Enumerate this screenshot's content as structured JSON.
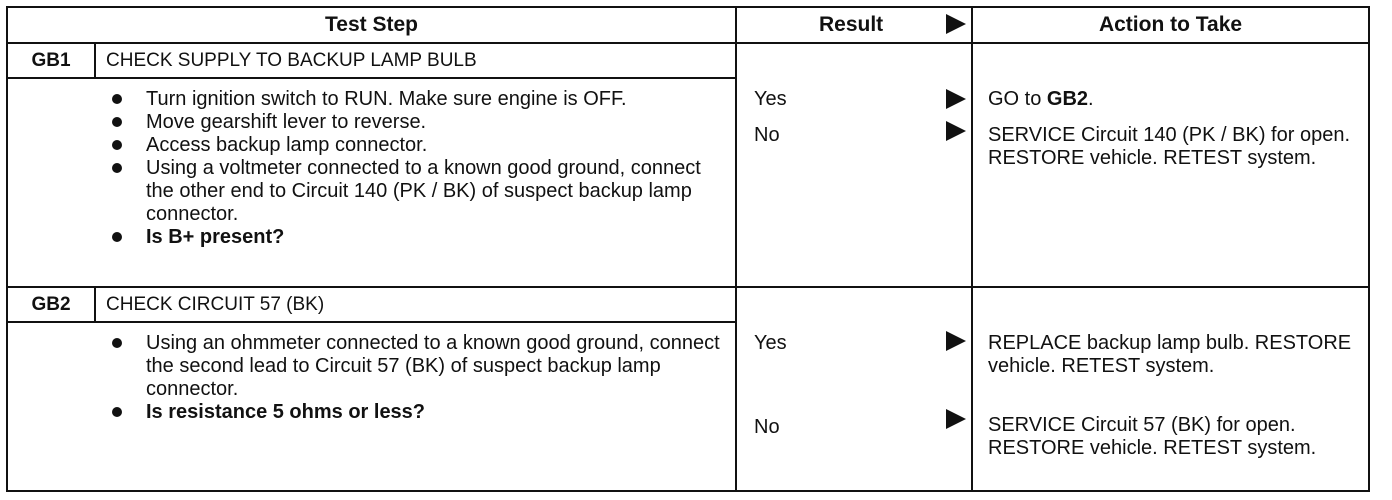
{
  "header": {
    "test_step": "Test Step",
    "result": "Result",
    "action": "Action to Take"
  },
  "steps": [
    {
      "code": "GB1",
      "title": "CHECK SUPPLY TO BACKUP LAMP BULB",
      "bullets": [
        "Turn ignition switch to RUN. Make sure engine is OFF.",
        "Move gearshift lever to reverse.",
        "Access backup lamp connector.",
        "Using a voltmeter connected to a known good ground, connect the other end to Circuit 140 (PK / BK) of suspect backup lamp connector.",
        "Is B+ present?"
      ],
      "results": [
        {
          "label": "Yes",
          "action_prefix": "GO to ",
          "action_bold": "GB2",
          "action_suffix": "."
        },
        {
          "label": "No",
          "action": "SERVICE Circuit 140 (PK / BK) for open. RESTORE vehicle. RETEST system."
        }
      ]
    },
    {
      "code": "GB2",
      "title": "CHECK CIRCUIT 57 (BK)",
      "bullets": [
        "Using an ohmmeter connected to a known good ground, connect the second lead to Circuit 57 (BK) of suspect backup lamp connector.",
        "Is resistance 5 ohms or less?"
      ],
      "results": [
        {
          "label": "Yes",
          "action": "REPLACE backup lamp bulb. RESTORE vehicle. RETEST system."
        },
        {
          "label": "No",
          "action": "SERVICE Circuit 57 (BK) for open. RESTORE vehicle. RETEST system."
        }
      ]
    }
  ],
  "icons": {
    "arrow": "right-triangle-arrow-icon",
    "bullet": "bullet-dot-icon"
  }
}
